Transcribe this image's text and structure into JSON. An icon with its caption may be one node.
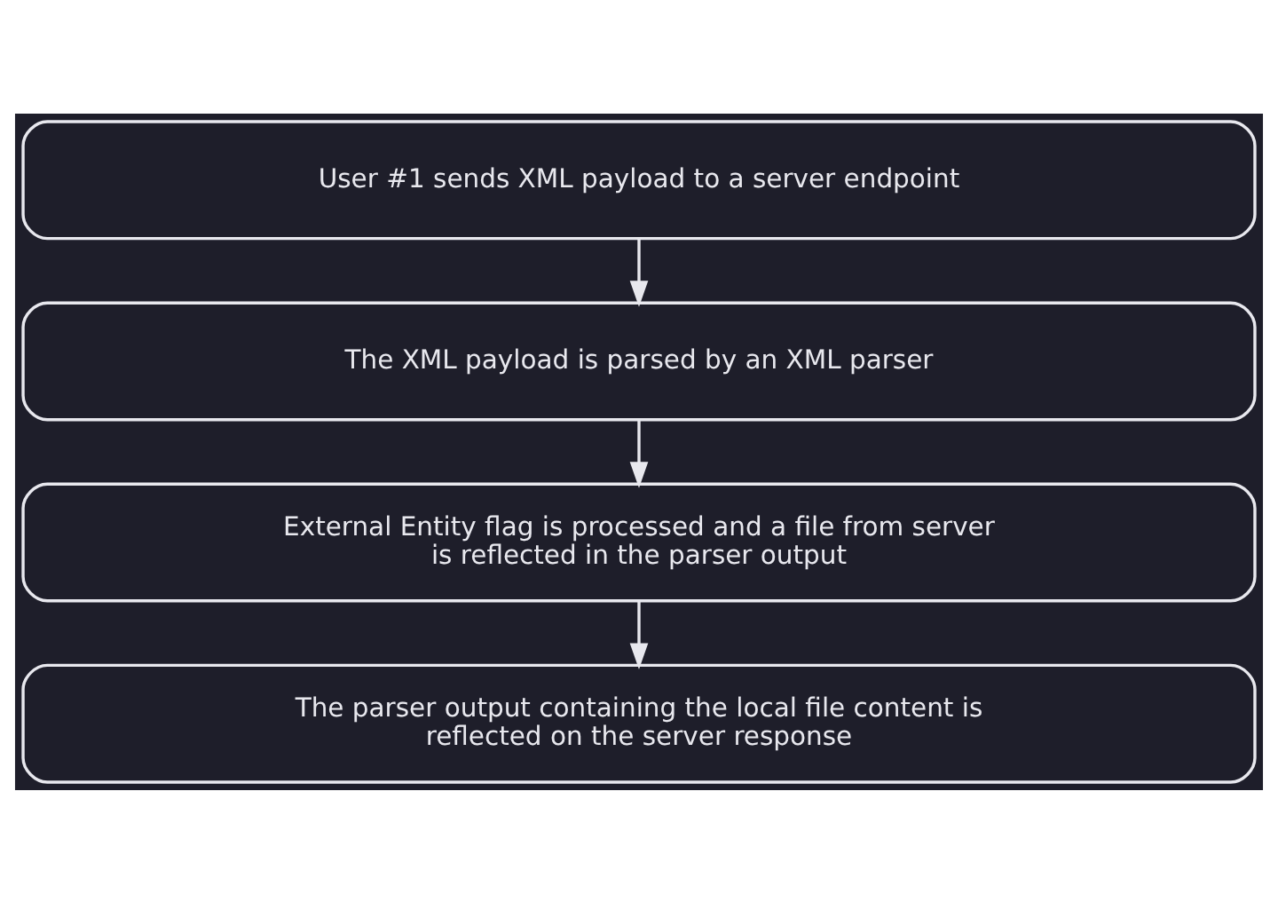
{
  "diagram": {
    "nodes": [
      {
        "text": [
          "User #1 sends XML payload to a server endpoint"
        ]
      },
      {
        "text": [
          "The XML payload is parsed by an XML parser"
        ]
      },
      {
        "text": [
          "External Entity flag is processed and a file from server is reflected in the parser output"
        ]
      },
      {
        "text": [
          "The parser output containing the local file content is reflected on the server response"
        ]
      }
    ],
    "edges": [
      {
        "from": 0,
        "to": 1,
        "arrow": "to"
      },
      {
        "from": 1,
        "to": 2,
        "arrow": "to"
      },
      {
        "from": 2,
        "to": 3,
        "arrow": "to"
      }
    ]
  }
}
